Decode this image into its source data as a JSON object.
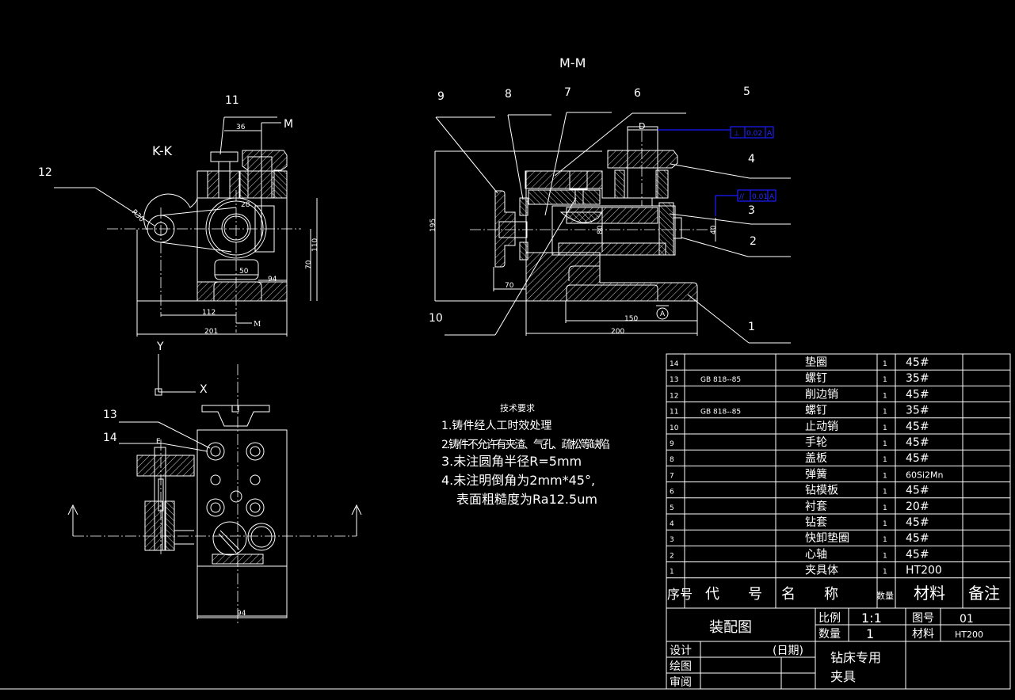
{
  "views": {
    "section_kk": {
      "title": "K-K",
      "dims": [
        "36",
        "28",
        "50",
        "94",
        "70",
        "110",
        "112",
        "201",
        "R30"
      ],
      "cut_label": "M"
    },
    "section_mm": {
      "title": "M-M",
      "dims": [
        "195",
        "70",
        "80",
        "40",
        "150",
        "200",
        "D"
      ],
      "datum": "A",
      "tolerances": [
        {
          "symbol": "⊥",
          "value": "0.02",
          "datum": "A"
        },
        {
          "symbol": "//",
          "value": "0.01",
          "datum": "A"
        }
      ]
    },
    "plan_view": {
      "axis_x": "X",
      "axis_y": "Y",
      "dims": [
        "94",
        "E"
      ]
    }
  },
  "balloons": [
    "1",
    "2",
    "3",
    "4",
    "5",
    "6",
    "7",
    "8",
    "9",
    "10",
    "11",
    "12",
    "13",
    "14"
  ],
  "tech_requirements": {
    "title": "技术要求",
    "items": [
      "1.铸件经人工时效处理",
      "2.铸件不允许有夹渣、气孔、疏松等缺陷",
      "3.未注圆角半径R=5mm",
      "4.未注明倒角为2mm*45°,",
      "表面粗糙度为Ra12.5um"
    ]
  },
  "parts_list": {
    "headers": [
      "序号",
      "代　　号",
      "名　　称",
      "数量",
      "材料",
      "备注"
    ],
    "rows": [
      {
        "no": "14",
        "code": "",
        "name": "垫圈",
        "qty": "1",
        "material": "45#"
      },
      {
        "no": "13",
        "code": "GB 818--85",
        "name": "螺钉",
        "qty": "1",
        "material": "35#"
      },
      {
        "no": "12",
        "code": "",
        "name": "削边销",
        "qty": "1",
        "material": "45#"
      },
      {
        "no": "11",
        "code": "GB 818--85",
        "name": "螺钉",
        "qty": "1",
        "material": "35#"
      },
      {
        "no": "10",
        "code": "",
        "name": "止动销",
        "qty": "1",
        "material": "45#"
      },
      {
        "no": "9",
        "code": "",
        "name": "手轮",
        "qty": "1",
        "material": "45#"
      },
      {
        "no": "8",
        "code": "",
        "name": "盖板",
        "qty": "1",
        "material": "45#"
      },
      {
        "no": "7",
        "code": "",
        "name": "弹簧",
        "qty": "1",
        "material": "60Si2Mn"
      },
      {
        "no": "6",
        "code": "",
        "name": "钻模板",
        "qty": "1",
        "material": "45#"
      },
      {
        "no": "5",
        "code": "",
        "name": "衬套",
        "qty": "1",
        "material": "20#"
      },
      {
        "no": "4",
        "code": "",
        "name": "钻套",
        "qty": "1",
        "material": "45#"
      },
      {
        "no": "3",
        "code": "",
        "name": "快卸垫圈",
        "qty": "1",
        "material": "45#"
      },
      {
        "no": "2",
        "code": "",
        "name": "心轴",
        "qty": "1",
        "material": "45#"
      },
      {
        "no": "1",
        "code": "",
        "name": "夹具体",
        "qty": "1",
        "material": "HT200"
      }
    ]
  },
  "title_block": {
    "drawing_name": "装配图",
    "scale_label": "比例",
    "scale": "1:1",
    "quantity_label": "数量",
    "quantity": "1",
    "drawing_no_label": "图号",
    "drawing_no": "01",
    "material_label": "材料",
    "material": "HT200",
    "design_label": "设计",
    "date_label": "(日期)",
    "drawn_label": "绘图",
    "review_label": "审阅",
    "product_name": [
      "钻床专用",
      "夹具"
    ]
  }
}
